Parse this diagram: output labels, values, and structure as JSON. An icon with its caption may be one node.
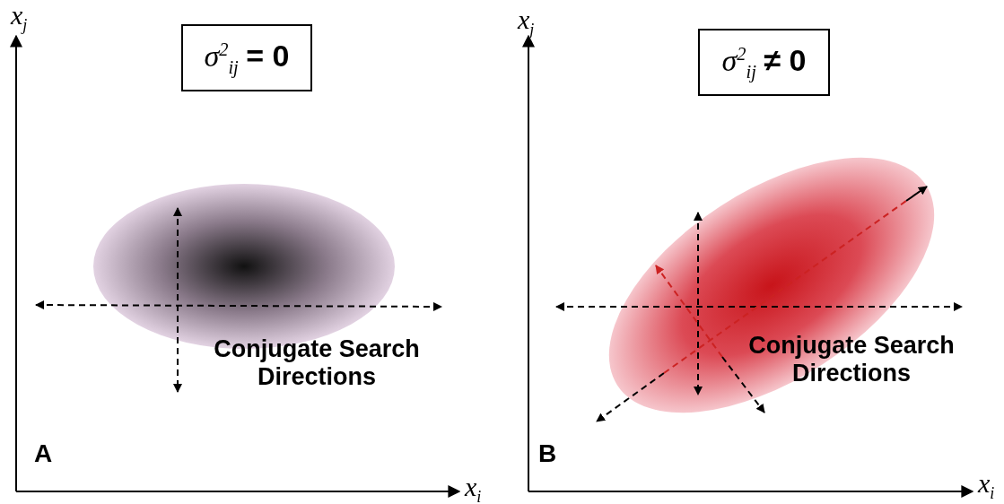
{
  "diagram": {
    "nodes": [
      {
        "text": [
          "*σ*$^{2}$$_{ij}$ **= 0**"
        ]
      },
      {
        "text": [
          "*σ*$^{2}$$_{ij}$ **≠ 0**"
        ]
      }
    ],
    "labels": [
      "*x*$_{j}$",
      "Conjugate Search Directions",
      "A",
      "*x*$_{i}$",
      "*x*$_{j}$",
      "Conjugate Search Directions",
      "B",
      "*x*$_{i}$"
    ]
  }
}
